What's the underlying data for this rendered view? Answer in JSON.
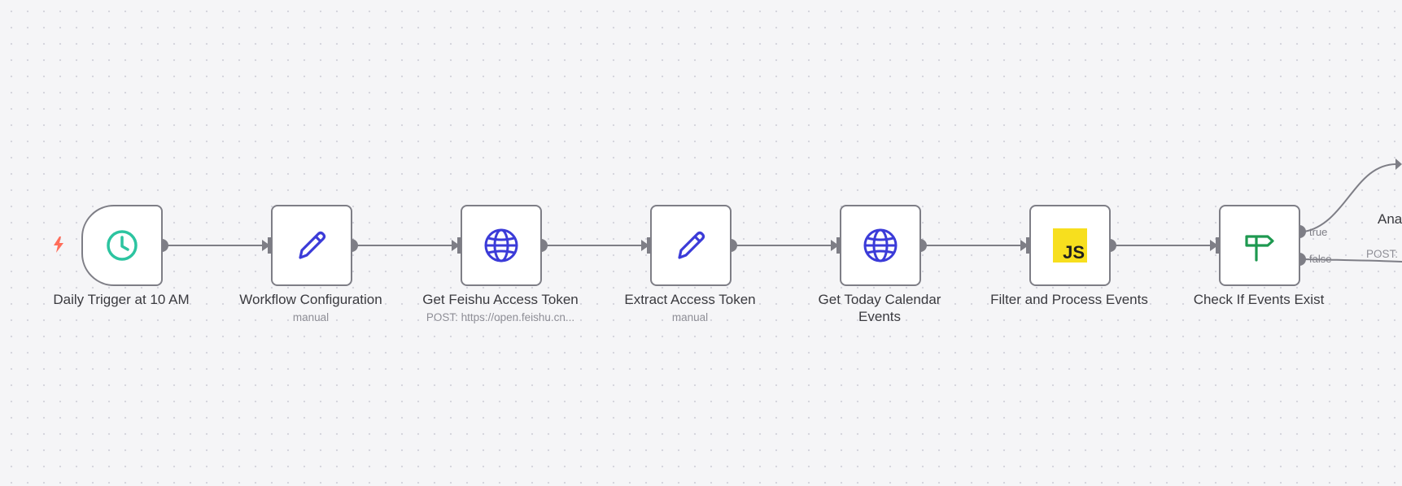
{
  "nodes": [
    {
      "id": "daily-trigger",
      "label": "Daily Trigger at 10 AM",
      "subtitle": "",
      "icon": "clock-icon"
    },
    {
      "id": "workflow-configuration",
      "label": "Workflow Configuration",
      "subtitle": "manual",
      "icon": "pencil-icon"
    },
    {
      "id": "get-feishu-access-token",
      "label": "Get Feishu Access Token",
      "subtitle": "POST: https://open.feishu.cn...",
      "icon": "globe-icon"
    },
    {
      "id": "extract-access-token",
      "label": "Extract Access Token",
      "subtitle": "manual",
      "icon": "pencil-icon"
    },
    {
      "id": "get-today-calendar-events",
      "label": "Get Today Calendar Events",
      "subtitle": "",
      "icon": "globe-icon"
    },
    {
      "id": "filter-and-process-events",
      "label": "Filter and Process Events",
      "subtitle": "",
      "icon": "js-icon",
      "badge": "JS"
    },
    {
      "id": "check-if-events-exist",
      "label": "Check If Events Exist",
      "subtitle": "",
      "icon": "signpost-icon"
    }
  ],
  "branches": {
    "true_label": "true",
    "false_label": "false"
  },
  "offscreen": {
    "partial_label": "Ana",
    "partial_subtitle": "POST:"
  },
  "colors": {
    "background": "#f5f5f7",
    "node_border": "#7e7e86",
    "edge": "#7e7e86",
    "trigger_bolt": "#ff6d5a",
    "clock": "#2cc4a0",
    "tool_icon": "#3b3bd8",
    "js_badge": "#f7df1e",
    "if_icon": "#1e9950"
  }
}
